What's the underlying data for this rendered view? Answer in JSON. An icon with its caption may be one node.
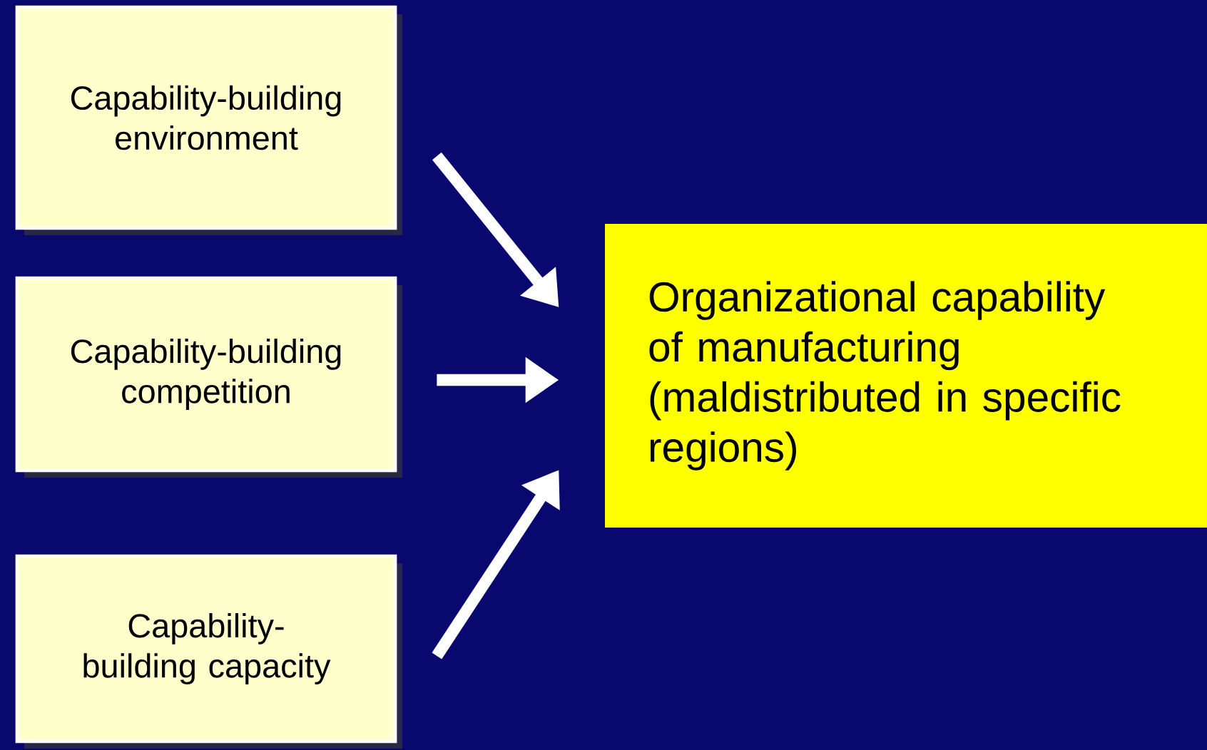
{
  "diagram": {
    "nodes": [
      {
        "text": [
          "Capability-building environment"
        ]
      },
      {
        "text": [
          "Capability-building competition"
        ]
      },
      {
        "text": [
          "Capability-building capacity"
        ]
      },
      {
        "text": [
          "Organizational capability of manufacturing (maldistributed in specific regions)"
        ]
      }
    ],
    "edges": [
      {
        "from": 0,
        "to": 3,
        "arrow": "to"
      },
      {
        "from": 1,
        "to": 3,
        "arrow": "to"
      },
      {
        "from": 2,
        "to": 3,
        "arrow": "to"
      }
    ]
  }
}
